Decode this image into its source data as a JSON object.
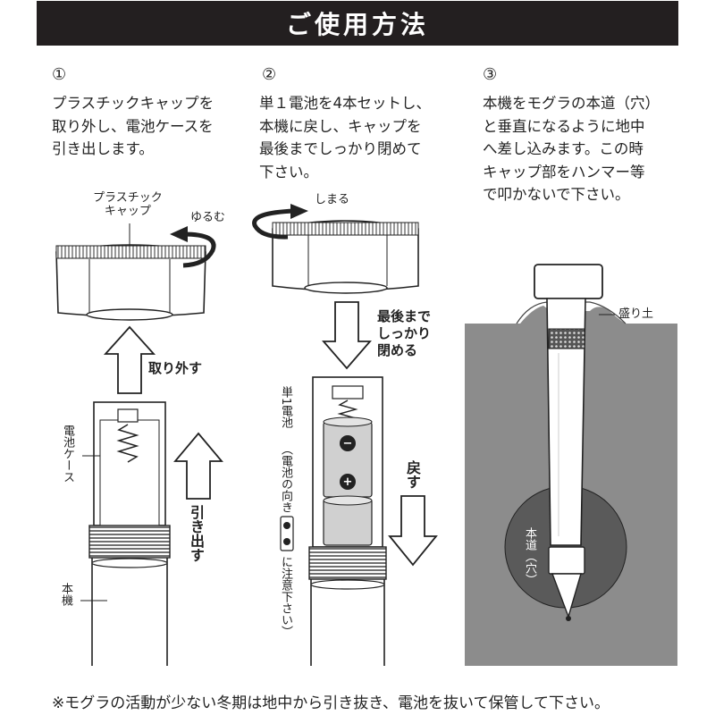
{
  "header": {
    "title": "ご使用方法"
  },
  "steps": [
    {
      "number": "①",
      "text": "プラスチックキャップを\n取り外し、電池ケースを\n引き出します。"
    },
    {
      "number": "②",
      "text": "単１電池を4本セットし、\n本機に戻し、キャップを\n最後までしっかり閉めて\n下さい。"
    },
    {
      "number": "③",
      "text": "本機をモグラの本道（穴）\nと垂直になるように地中\nへ差し込みます。この時\nキャップ部をハンマー等\nで叩かないで下さい。"
    }
  ],
  "labels": {
    "plastic_cap": "プラスチック\nキャップ",
    "loosen": "ゆるむ",
    "remove": "取り外す",
    "battery_case": "電池ケース",
    "pull_out": "引き出す",
    "main_unit": "本機",
    "tighten": "しまる",
    "close_fully": "最後まで\nしっかり\n閉める",
    "battery_d": "単1電池",
    "direction_open": "（電池の向き",
    "direction_close": "に注意下さい）",
    "return": "戻す",
    "mound": "盛り土",
    "tunnel": "本道（穴）",
    "minus": "−",
    "plus": "+"
  },
  "footer": {
    "note": "※モグラの活動が少ない冬期は地中から引き抜き、電池を抜いて保管して下さい。"
  },
  "colors": {
    "header_bg": "#231f20",
    "ground": "#8c8c8c",
    "tunnel": "#5a5a5a",
    "battery": "#d0d0d0",
    "line": "#222222"
  }
}
